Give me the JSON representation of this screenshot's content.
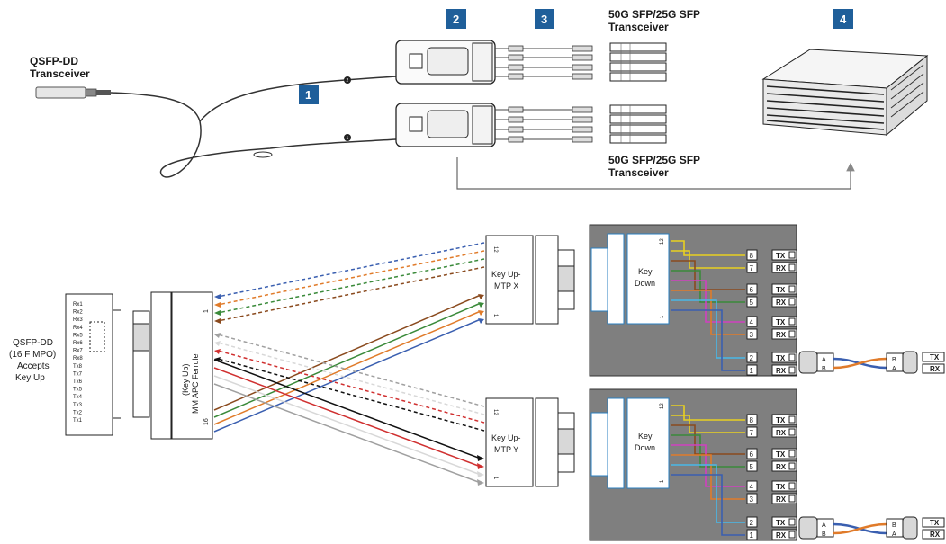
{
  "top": {
    "qsfp_label_line1": "QSFP-DD",
    "qsfp_label_line2": "Transceiver",
    "sfp_label_line1": "50G SFP/25G SFP",
    "sfp_label_line2": "Transceiver",
    "badges": [
      "1",
      "2",
      "3",
      "4"
    ],
    "cable_markers": [
      "2",
      "1"
    ],
    "badge_color": "#1f5f9a"
  },
  "bottom": {
    "qsfp_side_label": [
      "QSFP-DD",
      "(16 F MPO)",
      "Accepts",
      "Key Up"
    ],
    "qsfp_port_labels": [
      "Rx1",
      "Rx2",
      "Rx3",
      "Rx4",
      "Rx5",
      "Rx6",
      "Rx7",
      "Rx8",
      "Tx8",
      "Tx7",
      "Tx6",
      "Tx5",
      "Tx4",
      "Tx3",
      "Tx2",
      "Tx1"
    ],
    "ferrule_label_line1": "(Key Up)",
    "ferrule_label_line2": "MM APC Ferrule",
    "ferrule_pin_top": "1",
    "ferrule_pin_bottom": "16",
    "mtp_x_line1": "Key Up-",
    "mtp_x_line2": "MTP X",
    "mtp_y_line1": "Key Up-",
    "mtp_y_line2": "MTP Y",
    "mtp_pin_top": "12",
    "mtp_pin_bottom": "1",
    "key_down_line1": "Key",
    "key_down_line2": "Down",
    "cassette_pin_top": "12",
    "cassette_pin_bottom": "1",
    "port_numbers": [
      "8",
      "7",
      "6",
      "5",
      "4",
      "3",
      "2",
      "1"
    ],
    "port_labels": [
      "TX",
      "RX",
      "TX",
      "RX",
      "TX",
      "RX",
      "TX",
      "RX"
    ],
    "duplex_letters": [
      "A",
      "B"
    ],
    "end_labels": [
      "TX",
      "RX"
    ],
    "fiber_colors": [
      "#3a5fb0",
      "#e07b2a",
      "#3a8a3a",
      "#8a4a1e",
      "#a0a0a0",
      "#d8d8d8",
      "#d03030",
      "#111111"
    ],
    "cassette_colors": [
      "#48b8e8",
      "#d040c0",
      "#e8d020",
      "#3a5fb0",
      "#e07b2a",
      "#3a8a3a",
      "#8a4a1e"
    ]
  }
}
